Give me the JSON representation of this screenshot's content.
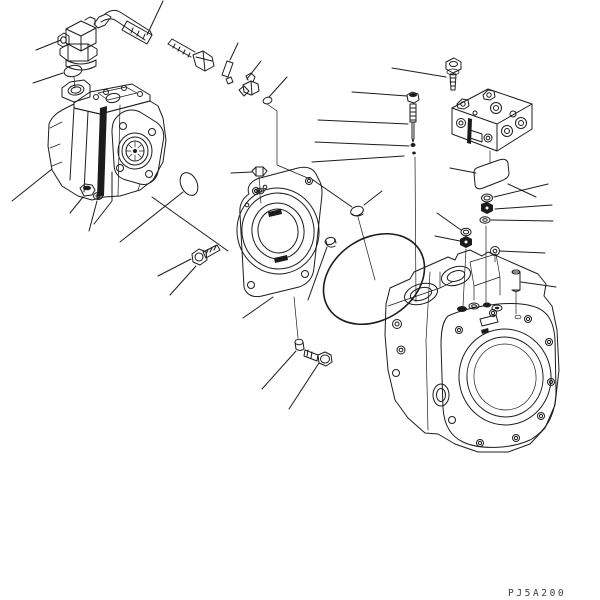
{
  "figure": {
    "drawing_code": "PJ5A200",
    "kind": "exploded-parts-diagram",
    "subject": "hydraulic piston pump and gear pump assembly, isometric exploded view",
    "background_color": "#ffffff",
    "line_color": "#1c1c1c",
    "code_color": "#3c3c3c"
  },
  "callouts": {
    "style": "plain leader lines",
    "labels_visible": false
  },
  "parts": [
    {
      "name": "pilot-valve-assembly",
      "description": "elbow valve body with hex nut, top left"
    },
    {
      "name": "valve-o-ring",
      "description": "o-ring under pilot valve"
    },
    {
      "name": "hose-assembly",
      "description": "elbow hose with crimp sleeve and end nut"
    },
    {
      "name": "hose-clip",
      "description": "small clip pieces right of hose"
    },
    {
      "name": "elbow-fitting",
      "description": "threaded connector fitting"
    },
    {
      "name": "fitting-o-ring",
      "description": "small o-ring for fitting"
    },
    {
      "name": "gear-pump",
      "description": "tandem gear pump with splined shaft flange"
    },
    {
      "name": "pump-plug",
      "description": "hex plug under gear pump"
    },
    {
      "name": "pump-washer",
      "description": "washer under gear pump"
    },
    {
      "name": "shaft-o-ring",
      "description": "o-ring between gear pump and flange plate"
    },
    {
      "name": "flange-plate",
      "description": "round mounting flange with bearing bore"
    },
    {
      "name": "flange-nut",
      "description": "nut and washer above flange plate"
    },
    {
      "name": "flange-bolt",
      "description": "hex bolt left of flange plate"
    },
    {
      "name": "flange-plug-small",
      "description": "small plug right of flange plate"
    },
    {
      "name": "cap-plug",
      "description": "cap between flange and o-ring"
    },
    {
      "name": "big-o-ring",
      "description": "large case o-ring"
    },
    {
      "name": "pump-housing",
      "description": "main piston pump case with circular mounting face"
    },
    {
      "name": "control-valve-block",
      "description": "valve block, top right"
    },
    {
      "name": "block-bolt",
      "description": "mounting bolt above valve block"
    },
    {
      "name": "block-gasket",
      "description": "gasket plate under valve block"
    },
    {
      "name": "spool-valve",
      "description": "small spool valve with nut and beads"
    },
    {
      "name": "valve-mount-parts",
      "description": "o-rings, nuts, washer and pin above case"
    },
    {
      "name": "dowel-pin",
      "description": "cylindrical dowel pin"
    },
    {
      "name": "case-plug-bolt",
      "description": "sleeve and hex bolt at case bottom"
    }
  ]
}
